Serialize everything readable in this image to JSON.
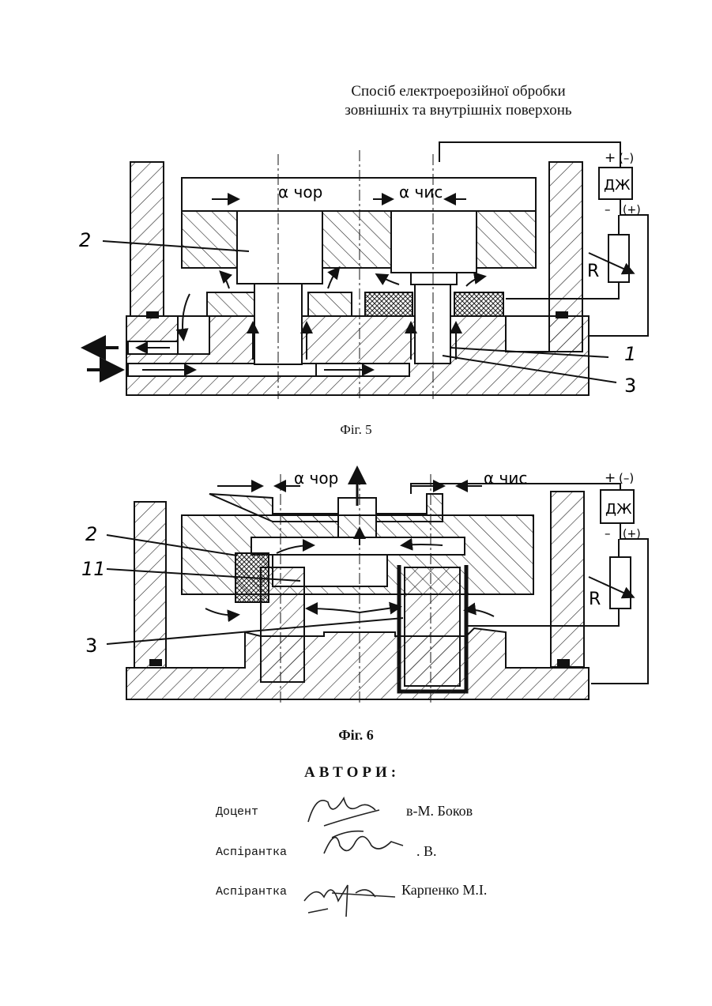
{
  "title_lines": [
    "Спосіб електроерозійної обробки",
    "зовнішніх та внутрішніх поверхонь"
  ],
  "fig5": {
    "caption": "Фіг. 5",
    "labels": {
      "gap_left": "α чор",
      "gap_right": "α чис",
      "power_plus": "+",
      "power_minus_paren": "(–)",
      "power_minus": "–",
      "power_plus_paren": "(+)",
      "source": "ДЖ",
      "resistor": "R",
      "part_2": "2",
      "part_1": "1",
      "part_3": "3"
    }
  },
  "fig6": {
    "caption": "Фіг. 6",
    "labels": {
      "gap_left": "α чор",
      "gap_right": "α чис",
      "power_plus": "+",
      "power_minus_paren": "(–)",
      "power_minus": "–",
      "power_plus_paren": "(+)",
      "source": "ДЖ",
      "resistor": "R",
      "part_2": "2",
      "part_11": "11",
      "part_3": "3"
    }
  },
  "authors": {
    "heading": "АВТОРИ:",
    "rows": [
      {
        "role": "Доцент",
        "name": "в-М. Боков"
      },
      {
        "role": "Аспірантка",
        "name": ". В."
      },
      {
        "role": "Аспірантка",
        "name": "Карпенко  М.І."
      }
    ]
  }
}
